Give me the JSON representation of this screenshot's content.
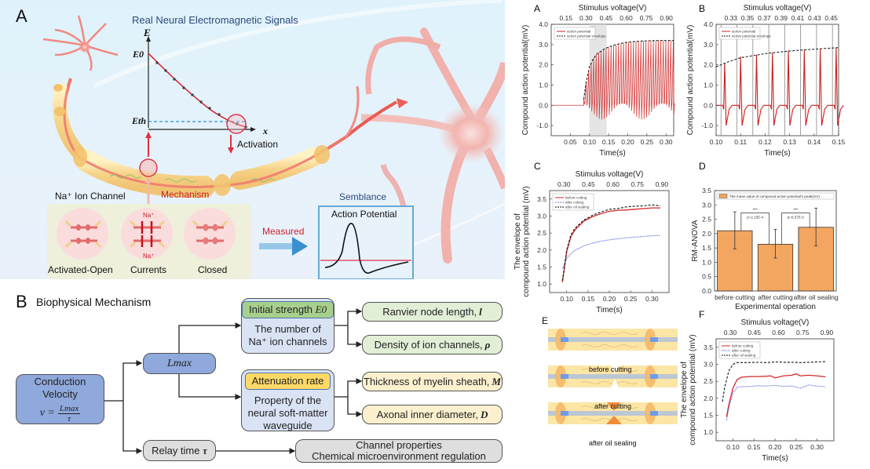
{
  "panel_a": {
    "letter": "A",
    "title": "Real Neural Electromagnetic Signals",
    "inset_plot": {
      "y_axis": "E",
      "x_axis": "x",
      "e0_label": "E0",
      "eth_label": "Eth"
    },
    "labels": {
      "activation": "Activation",
      "mechanism": "Mechanism",
      "measured": "Measured",
      "semblance": "Semblance",
      "action_potential": "Action Potential",
      "ion_channel": "Na⁺ Ion Channel",
      "na_plus": "Na⁺"
    },
    "channel_states": [
      "Activated-Open",
      "Currents",
      "Closed"
    ]
  },
  "panel_b": {
    "letter": "B",
    "title": "Biophysical Mechanism",
    "root": {
      "title": "Conduction Velocity",
      "formula_lhs": "v =",
      "formula_num": "Lmax",
      "formula_den": "τ"
    },
    "lmax": "Lmax",
    "relay": {
      "label": "Relay time",
      "symbol": "τ"
    },
    "initial": {
      "tag": "Initial strength",
      "tag_symbol": "E0",
      "desc": "The number of Na⁺ ion channels"
    },
    "attenuation": {
      "tag": "Attenuation rate",
      "desc": "Property of the neural soft-matter waveguide"
    },
    "leaves": [
      {
        "label": "Ranvier node length,",
        "symbol": "l"
      },
      {
        "label": "Density of ion channels,",
        "symbol": "ρ"
      },
      {
        "label": "Thickness of myelin sheath,",
        "symbol": "M"
      },
      {
        "label": "Axonal inner diameter,",
        "symbol": "D"
      }
    ],
    "channel_box": {
      "line1": "Channel properties",
      "line2": "Chemical microenvironment regulation"
    }
  },
  "panel_e": {
    "letter": "E",
    "states": [
      "before cutting",
      "after cutting",
      "after oil sealing"
    ]
  },
  "chart_data": [
    {
      "id": "A",
      "type": "line",
      "top_axis_title": "Stimulus voltage(V)",
      "top_ticks": [
        "0.15",
        "0.30",
        "0.45",
        "0.60",
        "0.75",
        "0.90"
      ],
      "xlabel": "Time(s)",
      "ylabel": "Compound action potential(mV)",
      "xlim": [
        0.0,
        0.32
      ],
      "ylim": [
        -1.5,
        4.0
      ],
      "x_ticks": [
        0.05,
        0.1,
        0.15,
        0.2,
        0.25,
        0.3
      ],
      "y_ticks": [
        -1.0,
        0.0,
        1.0,
        2.0,
        3.0,
        4.0
      ],
      "shaded_region": [
        0.1,
        0.145
      ],
      "legend": [
        "action potential",
        "action potential envelope"
      ],
      "series": [
        {
          "name": "action potential",
          "color": "#cc1f1f",
          "spike_start": 0.085,
          "spike_interval": 0.0065,
          "baseline": 0.0,
          "trough": -0.8
        },
        {
          "name": "action potential envelope",
          "color": "#222222",
          "style": "dashed",
          "x": [
            0.085,
            0.09,
            0.1,
            0.11,
            0.12,
            0.14,
            0.16,
            0.18,
            0.2,
            0.24,
            0.28,
            0.32
          ],
          "y": [
            0.3,
            1.0,
            1.9,
            2.3,
            2.55,
            2.8,
            2.95,
            3.05,
            3.12,
            3.18,
            3.2,
            3.2
          ]
        }
      ]
    },
    {
      "id": "B",
      "type": "line",
      "top_axis_title": "Stimulus voltage(V)",
      "top_ticks": [
        "0.33",
        "0.35",
        "0.37",
        "0.39",
        "0.41",
        "0.43",
        "0.45"
      ],
      "xlabel": "Time(s)",
      "ylabel": "Compound action potential(mV)",
      "xlim": [
        0.1,
        0.15
      ],
      "ylim": [
        -1.5,
        4.0
      ],
      "x_ticks": [
        0.1,
        0.11,
        0.12,
        0.13,
        0.14,
        0.15
      ],
      "y_ticks": [
        -1.0,
        0.0,
        1.0,
        2.0,
        3.0,
        4.0
      ],
      "legend": [
        "action potential",
        "action potential envelope"
      ],
      "series": [
        {
          "name": "action potential",
          "color": "#cc1f1f",
          "spike_times": [
            0.1035,
            0.11,
            0.1165,
            0.123,
            0.1295,
            0.136,
            0.1425,
            0.149
          ],
          "spike_peaks": [
            2.1,
            2.4,
            2.5,
            2.6,
            2.7,
            2.75,
            2.8,
            2.85
          ],
          "trough": -1.0
        },
        {
          "name": "action potential envelope",
          "color": "#222222",
          "style": "dashed",
          "x": [
            0.1,
            0.105,
            0.11,
            0.115,
            0.12,
            0.125,
            0.13,
            0.135,
            0.14,
            0.145,
            0.15
          ],
          "y": [
            1.9,
            2.15,
            2.35,
            2.45,
            2.55,
            2.62,
            2.68,
            2.73,
            2.77,
            2.81,
            2.85
          ]
        }
      ],
      "vertical_lines": [
        0.102,
        0.1085,
        0.115,
        0.1215,
        0.128,
        0.1345,
        0.141,
        0.1475
      ]
    },
    {
      "id": "C",
      "type": "line",
      "top_axis_title": "Stimulus voltage(V)",
      "top_ticks": [
        "0.30",
        "0.45",
        "0.60",
        "0.75",
        "0.90"
      ],
      "xlabel": "Time(s)",
      "ylabel": "The envelope of compound action potential (mV)",
      "xlim": [
        0.06,
        0.34
      ],
      "ylim": [
        0.75,
        3.75
      ],
      "x_ticks": [
        0.1,
        0.15,
        0.2,
        0.25,
        0.3
      ],
      "y_ticks": [
        1.0,
        1.5,
        2.0,
        2.5,
        3.0,
        3.5
      ],
      "legend": [
        "before cutting",
        "after cutting",
        "after oil sealing"
      ],
      "series": [
        {
          "name": "before cutting",
          "color": "#d42a2a",
          "style": "solid",
          "x": [
            0.09,
            0.1,
            0.11,
            0.12,
            0.14,
            0.16,
            0.18,
            0.2,
            0.22,
            0.24,
            0.26,
            0.28,
            0.3,
            0.32
          ],
          "y": [
            1.05,
            1.95,
            2.4,
            2.6,
            2.85,
            2.98,
            3.07,
            3.14,
            3.17,
            3.18,
            3.2,
            3.22,
            3.24,
            3.24
          ]
        },
        {
          "name": "after cutting",
          "color": "#3a4fd6",
          "style": "dotted",
          "x": [
            0.09,
            0.1,
            0.11,
            0.12,
            0.14,
            0.16,
            0.18,
            0.2,
            0.22,
            0.24,
            0.26,
            0.28,
            0.3,
            0.32
          ],
          "y": [
            1.45,
            1.75,
            1.9,
            2.0,
            2.12,
            2.2,
            2.26,
            2.3,
            2.33,
            2.36,
            2.38,
            2.4,
            2.42,
            2.43
          ]
        },
        {
          "name": "after oil sealing",
          "color": "#111111",
          "style": "dashed",
          "x": [
            0.09,
            0.1,
            0.11,
            0.12,
            0.14,
            0.16,
            0.18,
            0.2,
            0.22,
            0.24,
            0.26,
            0.28,
            0.3,
            0.32
          ],
          "y": [
            1.1,
            2.0,
            2.45,
            2.65,
            2.88,
            3.02,
            3.12,
            3.2,
            3.22,
            3.27,
            3.29,
            3.3,
            3.33,
            3.3
          ]
        }
      ]
    },
    {
      "id": "D",
      "type": "bar",
      "xlabel": "Experimental operation",
      "ylabel": "RM-ANOVA",
      "ylim": [
        0.0,
        3.5
      ],
      "y_ticks": [
        0.0,
        0.5,
        1.0,
        1.5,
        2.0,
        2.5,
        3.0,
        3.5
      ],
      "categories": [
        "before cutting",
        "after cutting",
        "after oil sealing"
      ],
      "values": [
        2.1,
        1.63,
        2.22
      ],
      "error_low": [
        1.47,
        1.15,
        1.57
      ],
      "error_high": [
        2.76,
        2.15,
        2.89
      ],
      "bar_color": "#f2a65f",
      "legend": [
        "The mean value of compound action potential's peak(mV)"
      ],
      "annotations": [
        {
          "between": [
            0,
            1
          ],
          "stars": "***",
          "p": "p=2.15E-4"
        },
        {
          "between": [
            1,
            2
          ],
          "stars": "***",
          "p": "p=6.57E-5"
        }
      ]
    },
    {
      "id": "F",
      "type": "line",
      "top_axis_title": "Stimulus voltage(V)",
      "top_ticks": [
        "0.30",
        "0.45",
        "0.60",
        "0.75",
        "0.90"
      ],
      "xlabel": "Time(s)",
      "ylabel": "The envelope of compound action potential (mV)",
      "xlim": [
        0.06,
        0.34
      ],
      "ylim": [
        0.75,
        3.75
      ],
      "x_ticks": [
        0.1,
        0.15,
        0.2,
        0.25,
        0.3
      ],
      "y_ticks": [
        1.0,
        1.5,
        2.0,
        2.5,
        3.0,
        3.5
      ],
      "legend": [
        "before cutting",
        "after cutting",
        "after oil sealing"
      ],
      "series": [
        {
          "name": "before cutting",
          "color": "#d42a2a",
          "style": "solid",
          "x": [
            0.085,
            0.09,
            0.1,
            0.11,
            0.12,
            0.14,
            0.16,
            0.18,
            0.19,
            0.2,
            0.22,
            0.24,
            0.25,
            0.26,
            0.28,
            0.3,
            0.32
          ],
          "y": [
            1.45,
            1.8,
            2.3,
            2.55,
            2.62,
            2.64,
            2.64,
            2.65,
            2.66,
            2.6,
            2.66,
            2.68,
            2.72,
            2.66,
            2.68,
            2.66,
            2.63
          ]
        },
        {
          "name": "after cutting",
          "color": "#3a4fd6",
          "style": "dotted",
          "x": [
            0.085,
            0.09,
            0.1,
            0.11,
            0.12,
            0.14,
            0.16,
            0.18,
            0.2,
            0.22,
            0.24,
            0.26,
            0.28,
            0.3,
            0.32
          ],
          "y": [
            1.35,
            1.7,
            2.15,
            2.32,
            2.34,
            2.35,
            2.37,
            2.36,
            2.38,
            2.35,
            2.36,
            2.3,
            2.39,
            2.36,
            2.34
          ]
        },
        {
          "name": "after oil sealing",
          "color": "#111111",
          "style": "dashed",
          "x": [
            0.075,
            0.08,
            0.09,
            0.1,
            0.11,
            0.12,
            0.14,
            0.16,
            0.18,
            0.2,
            0.22,
            0.24,
            0.26,
            0.28,
            0.3,
            0.32
          ],
          "y": [
            1.9,
            2.3,
            2.8,
            3.0,
            3.05,
            3.05,
            3.05,
            3.06,
            3.05,
            3.07,
            3.06,
            3.06,
            3.05,
            3.06,
            3.07,
            3.08
          ]
        }
      ]
    }
  ]
}
